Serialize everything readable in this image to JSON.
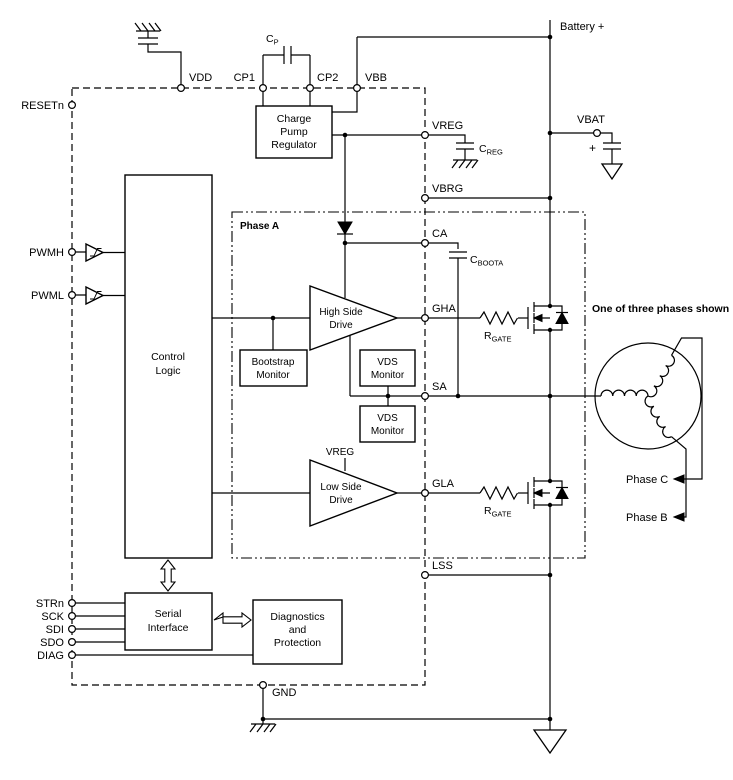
{
  "pins": {
    "vdd": "VDD",
    "cp1": "CP1",
    "cp2": "CP2",
    "vbb": "VBB",
    "resetn": "RESETn",
    "pwmh": "PWMH",
    "pwml": "PWML",
    "strn": "STRn",
    "sck": "SCK",
    "sdi": "SDI",
    "sdo": "SDO",
    "diag": "DIAG",
    "gnd": "GND",
    "vreg": "VREG",
    "vbrg": "VBRG",
    "ca": "CA",
    "gha": "GHA",
    "sa": "SA",
    "gla": "GLA",
    "lss": "LSS",
    "vbat": "VBAT"
  },
  "blocks": {
    "charge_pump": {
      "line1": "Charge",
      "line2": "Pump",
      "line3": "Regulator"
    },
    "control_logic": {
      "line1": "Control",
      "line2": "Logic"
    },
    "high_side_drive": {
      "line1": "High Side",
      "line2": "Drive"
    },
    "low_side_drive": {
      "line1": "Low Side",
      "line2": "Drive"
    },
    "bootstrap_monitor": {
      "line1": "Bootstrap",
      "line2": "Monitor"
    },
    "vds_monitor_hs": {
      "line1": "VDS",
      "line2": "Monitor"
    },
    "vds_monitor_ls": {
      "line1": "VDS",
      "line2": "Monitor"
    },
    "serial_interface": {
      "line1": "Serial",
      "line2": "Interface"
    },
    "diagnostics": {
      "line1": "Diagnostics",
      "line2": "and",
      "line3": "Protection"
    }
  },
  "components": {
    "c_p": {
      "main": "C",
      "sub": "P"
    },
    "c_reg": {
      "main": "C",
      "sub": "REG"
    },
    "c_boota": {
      "main": "C",
      "sub": "BOOTA"
    },
    "r_gate_hs": {
      "main": "R",
      "sub": "GATE"
    },
    "r_gate_ls": {
      "main": "R",
      "sub": "GATE"
    },
    "lsd_supply": "VREG",
    "vbat_cap_plus": "+"
  },
  "annotations": {
    "battery": "Battery +",
    "phase_a": "Phase A",
    "one_of_three": "One of three phases shown",
    "phase_c": "Phase C",
    "phase_b": "Phase B"
  },
  "colors": {
    "line": "#000000",
    "background": "#ffffff"
  }
}
